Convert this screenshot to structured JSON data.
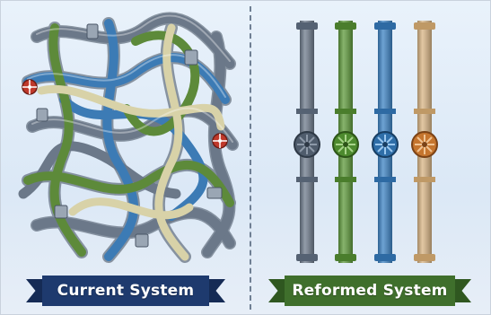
{
  "left_panel": {
    "label": "Current System",
    "colors": {
      "ribbon": "#1e3a6e",
      "pipe_gray": "#6b7889",
      "pipe_blue": "#3c7bb5",
      "pipe_green": "#5d8a3a",
      "pipe_cream": "#d8d2a8",
      "valve": "#c0392b"
    },
    "icons": [
      "tangled-pipes",
      "red-valve-wheel"
    ]
  },
  "right_panel": {
    "label": "Reformed System",
    "colors": {
      "ribbon": "#3f6f2c"
    },
    "pipes": [
      {
        "name": "gray-pipe",
        "color": "#6e7b8c",
        "valve": "#4f5c6c"
      },
      {
        "name": "green-pipe",
        "color": "#5f9a3c",
        "valve": "#4d8a2e"
      },
      {
        "name": "blue-pipe",
        "color": "#3d83c4",
        "valve": "#2f6ea8"
      },
      {
        "name": "tan-pipe",
        "color": "#d9b585",
        "valve": "#c5752e"
      }
    ]
  }
}
